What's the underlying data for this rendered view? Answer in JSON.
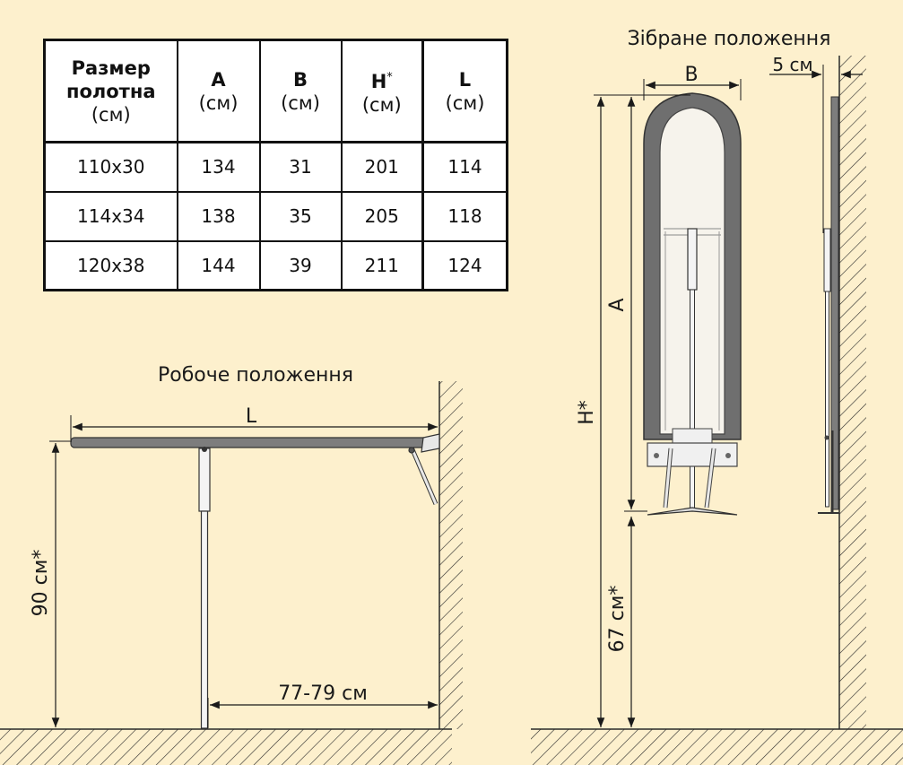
{
  "table": {
    "headers": {
      "size_line1": "Размер",
      "size_line2": "полотна",
      "size_unit": "(см)",
      "a": "A",
      "b": "B",
      "h": "H",
      "h_mark": "*",
      "l": "L",
      "unit": "(см)"
    },
    "rows": [
      [
        "110х30",
        "134",
        "31",
        "201",
        "114"
      ],
      [
        "114х34",
        "138",
        "35",
        "205",
        "118"
      ],
      [
        "120х38",
        "144",
        "39",
        "211",
        "124"
      ]
    ]
  },
  "working": {
    "title": "Робоче положення",
    "label_l": "L",
    "label_height": "90 см*",
    "label_distance": "77-79 см"
  },
  "folded": {
    "title": "Зібране положення",
    "label_b": "B",
    "label_depth": "5 см",
    "label_a": "A",
    "label_h": "H*",
    "label_bottom": "67 см*"
  },
  "colors": {
    "background": "#fdf0cd",
    "board": "#7d7d7d",
    "board_dark": "#555555",
    "line": "#1a1a1a",
    "wall": "#2a2a2a"
  }
}
